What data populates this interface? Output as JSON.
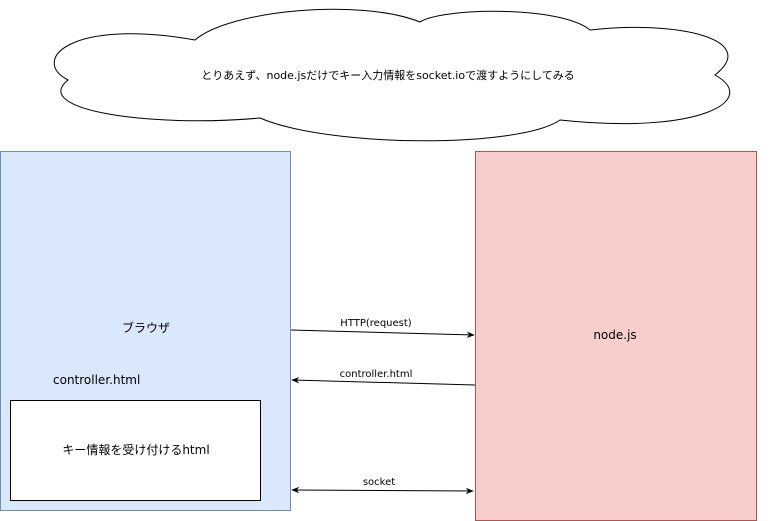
{
  "cloud": {
    "text": "とりあえず、node.jsだけでキー入力情報をsocket.ioで渡すようにしてみる"
  },
  "browser": {
    "label": "ブラウザ",
    "file_label": "controller.html",
    "inner_label": "キー情報を受け付けるhtml"
  },
  "server": {
    "label": "node.js"
  },
  "arrows": {
    "request": "HTTP(request)",
    "response": "controller.html",
    "socket": "socket"
  },
  "colors": {
    "browser_fill": "#dae8fc",
    "browser_stroke": "#6c8ebf",
    "server_fill": "#f8cecc",
    "server_stroke": "#b85450",
    "line": "#000000"
  }
}
